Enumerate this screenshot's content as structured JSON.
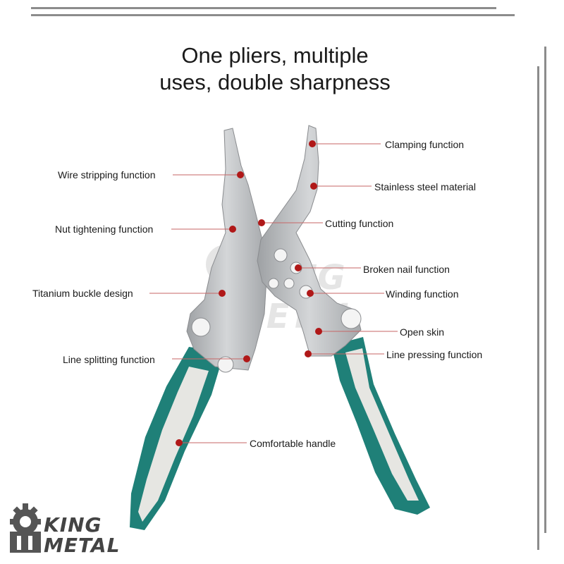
{
  "headline": {
    "line1": "One pliers, multiple",
    "line2": "uses, double sharpness"
  },
  "features": {
    "clamping": "Clamping function",
    "stainless": "Stainless steel material",
    "wire_stripping": "Wire stripping function",
    "cutting": "Cutting function",
    "nut_tightening": "Nut tightening function",
    "broken_nail": "Broken nail function",
    "titanium_buckle": "Titanium buckle design",
    "winding": "Winding function",
    "open_skin": "Open skin",
    "line_splitting": "Line splitting function",
    "line_pressing": "Line pressing function",
    "comfortable_handle": "Comfortable handle"
  },
  "brand": {
    "line1": "KING",
    "line2": "METAL"
  },
  "colors": {
    "handle_green": "#1f8078",
    "handle_light": "#e6e6e2",
    "steel": "#b9bbbd",
    "marker_red": "#b01818",
    "leader": "#c76666"
  },
  "icons": [
    "gear-icon"
  ]
}
